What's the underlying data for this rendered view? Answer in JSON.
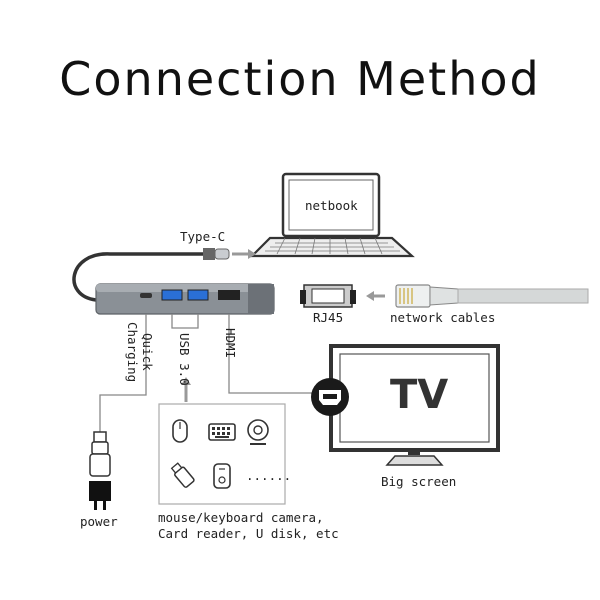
{
  "title": "Connection Method",
  "labels": {
    "netbook": "netbook",
    "type_c": "Type-C",
    "rj45": "RJ45",
    "network_cables": "network cables",
    "quick_charging_line1": "Quick",
    "quick_charging_line2": "Charging",
    "usb3": "USB 3.0",
    "hdmi": "HDMI",
    "tv": "TV",
    "big_screen": "Big screen",
    "power": "power",
    "devices_line1": "mouse/keyboard camera,",
    "devices_line2": "Card reader, U disk, etc",
    "ellipsis": "......"
  },
  "icons": [
    "laptop-icon",
    "type-c-plug-icon",
    "usb-hub-icon",
    "ethernet-jack-icon",
    "ethernet-plug-icon",
    "tv-monitor-icon",
    "hdmi-port-icon",
    "usb-plug-icon",
    "power-adapter-icon",
    "mouse-icon",
    "keyboard-icon",
    "webcam-icon",
    "usb-drive-icon",
    "card-reader-icon"
  ],
  "colors": {
    "line": "#555555",
    "arrow": "#999999",
    "hub": "#8a9096",
    "dark": "#222222"
  }
}
